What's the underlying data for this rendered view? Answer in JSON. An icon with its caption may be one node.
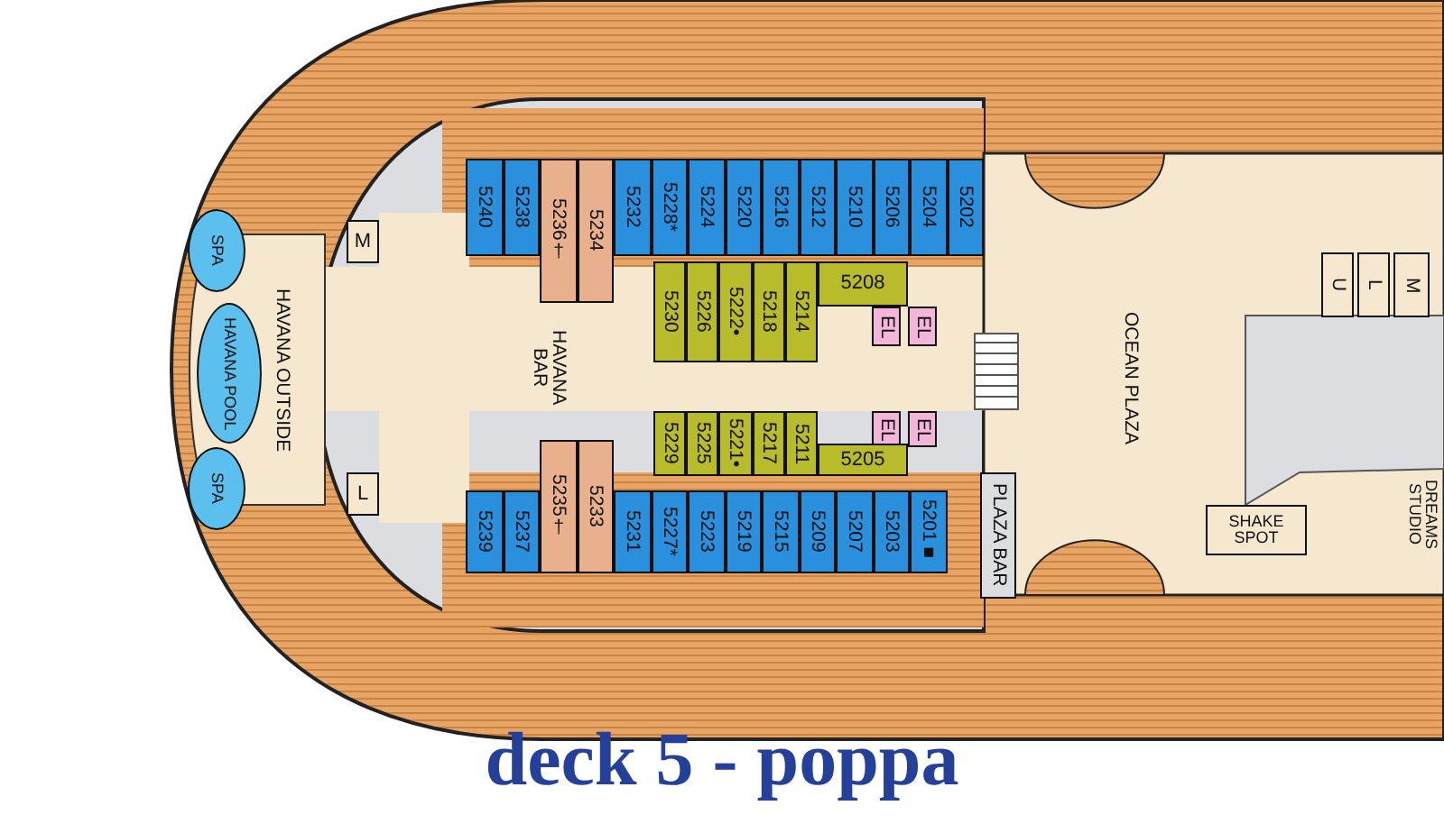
{
  "diagram": {
    "title": "deck 5 - poppa",
    "nodes": [
      {
        "text": [
          "5240"
        ]
      },
      {
        "text": [
          "5238"
        ]
      },
      {
        "text": [
          "5236†"
        ]
      },
      {
        "text": [
          "5234"
        ]
      },
      {
        "text": [
          "5232"
        ]
      },
      {
        "text": [
          "5228*"
        ]
      },
      {
        "text": [
          "5224"
        ]
      },
      {
        "text": [
          "5220"
        ]
      },
      {
        "text": [
          "5216"
        ]
      },
      {
        "text": [
          "5212"
        ]
      },
      {
        "text": [
          "5210"
        ]
      },
      {
        "text": [
          "5206"
        ]
      },
      {
        "text": [
          "5204"
        ]
      },
      {
        "text": [
          "5202"
        ]
      },
      {
        "text": [
          "5230"
        ]
      },
      {
        "text": [
          "5226"
        ]
      },
      {
        "text": [
          "5222•"
        ]
      },
      {
        "text": [
          "5218"
        ]
      },
      {
        "text": [
          "5214"
        ]
      },
      {
        "text": [
          "5208"
        ]
      },
      {
        "text": [
          "EL"
        ]
      },
      {
        "text": [
          "EL"
        ]
      },
      {
        "text": [
          "M"
        ]
      },
      {
        "text": [
          "SPA"
        ]
      },
      {
        "text": [
          "HAVANA POOL"
        ]
      },
      {
        "text": [
          "HAVANA OUTSIDE"
        ]
      },
      {
        "text": [
          "SPA"
        ]
      },
      {
        "text": [
          "L"
        ]
      },
      {
        "text": [
          "HAVANA BAR"
        ]
      },
      {
        "text": [
          "OCEAN PLAZA"
        ]
      },
      {
        "text": [
          "U"
        ]
      },
      {
        "text": [
          "L"
        ]
      },
      {
        "text": [
          "M"
        ]
      },
      {
        "text": [
          "EL"
        ]
      },
      {
        "text": [
          "EL"
        ]
      },
      {
        "text": [
          "5229"
        ]
      },
      {
        "text": [
          "5225"
        ]
      },
      {
        "text": [
          "5221•"
        ]
      },
      {
        "text": [
          "5217"
        ]
      },
      {
        "text": [
          "5211"
        ]
      },
      {
        "text": [
          "5205"
        ]
      },
      {
        "text": [
          "5239"
        ]
      },
      {
        "text": [
          "5237"
        ]
      },
      {
        "text": [
          "5235†"
        ]
      },
      {
        "text": [
          "5233"
        ]
      },
      {
        "text": [
          "5231"
        ]
      },
      {
        "text": [
          "5227*"
        ]
      },
      {
        "text": [
          "5223"
        ]
      },
      {
        "text": [
          "5219"
        ]
      },
      {
        "text": [
          "5215"
        ]
      },
      {
        "text": [
          "5209"
        ]
      },
      {
        "text": [
          "5207"
        ]
      },
      {
        "text": [
          "5203"
        ]
      },
      {
        "text": [
          "5201■"
        ]
      },
      {
        "text": [
          "PLAZA BAR"
        ]
      },
      {
        "text": [
          "SHAKE SPOT"
        ]
      },
      {
        "text": [
          "DREAMS STUDIO"
        ]
      }
    ],
    "edges": []
  }
}
